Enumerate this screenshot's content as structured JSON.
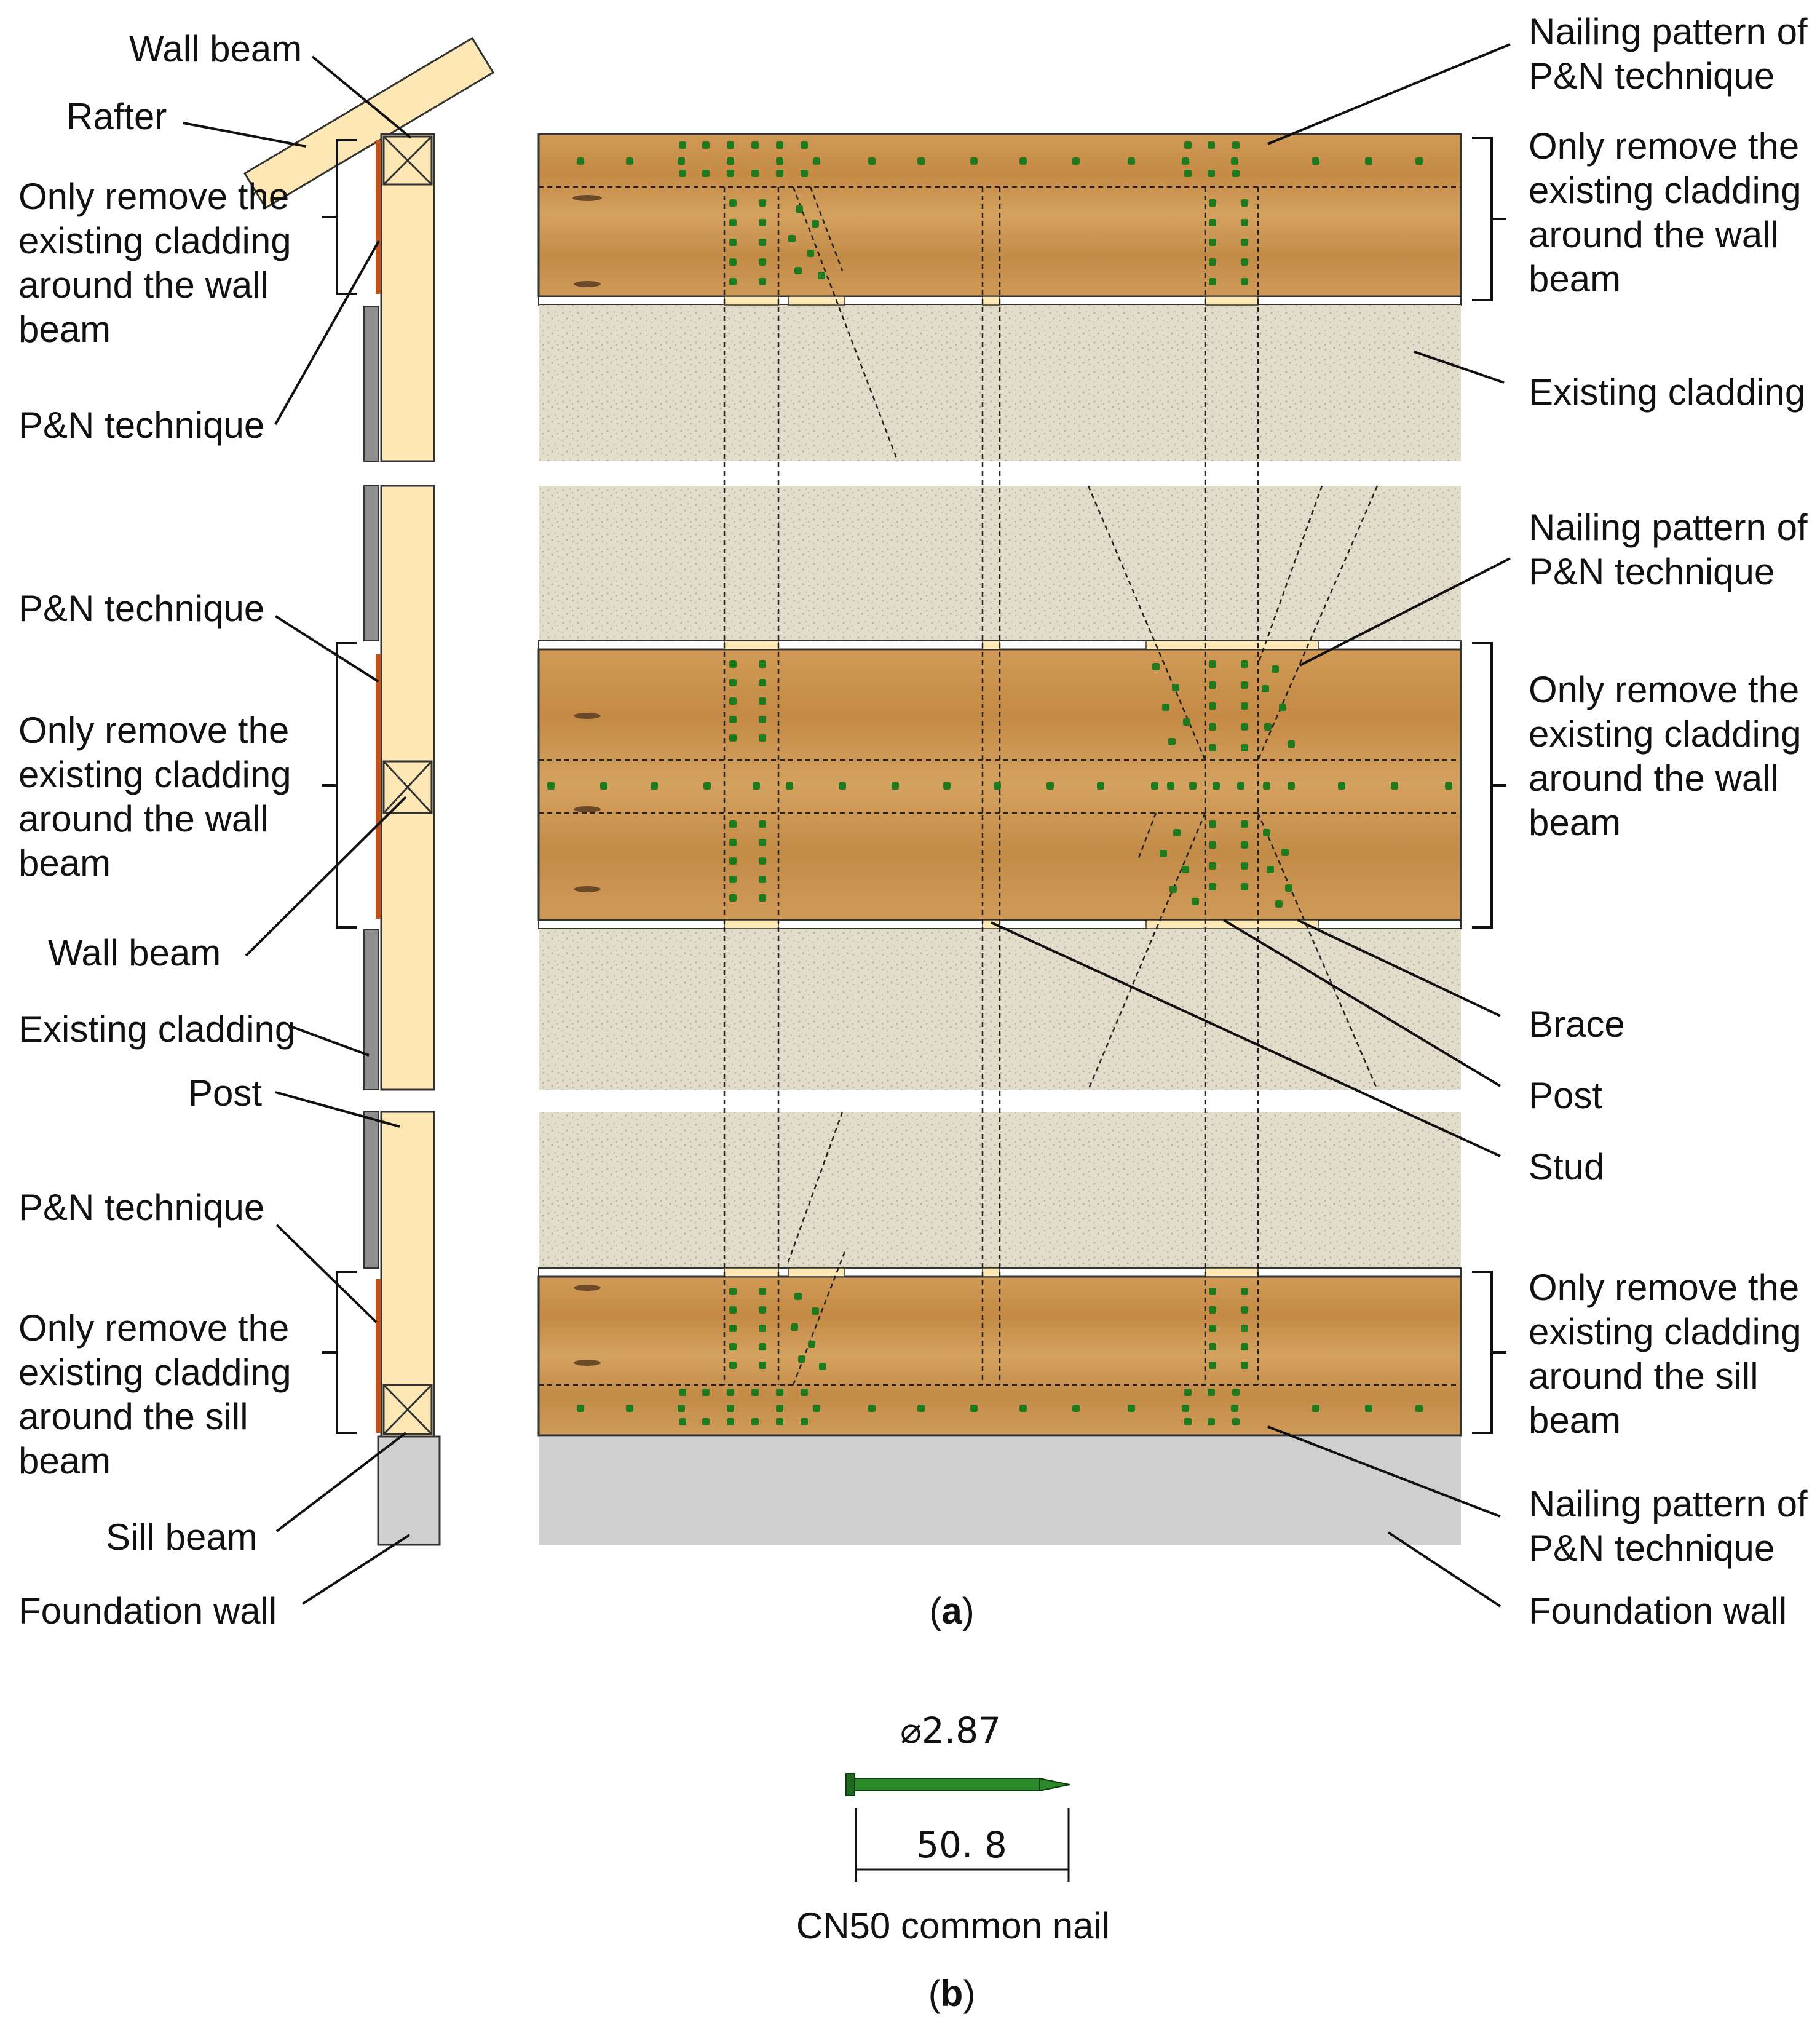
{
  "left_labels": {
    "wall_beam_top": "Wall beam",
    "rafter": "Rafter",
    "remove_wall_beam_top": [
      "Only remove the",
      "existing cladding",
      "around the wall",
      "beam"
    ],
    "pn_top": "P&N technique",
    "pn_middle": "P&N technique",
    "remove_wall_beam_mid": [
      "Only remove the",
      "existing cladding",
      "around the wall",
      "beam"
    ],
    "wall_beam_mid": "Wall beam",
    "existing_cladding": "Existing cladding",
    "post": "Post",
    "pn_bottom": "P&N technique",
    "remove_sill_beam": [
      "Only remove the",
      "existing cladding",
      "around the sill",
      "beam"
    ],
    "sill_beam": "Sill beam",
    "foundation_wall": "Foundation wall"
  },
  "right_labels": {
    "nailing_top": [
      "Nailing pattern of",
      "P&N technique"
    ],
    "remove_wall_beam_top": [
      "Only remove the",
      "existing cladding",
      "around the wall",
      "beam"
    ],
    "existing_cladding": "Existing cladding",
    "nailing_mid": [
      "Nailing pattern of",
      "P&N technique"
    ],
    "remove_wall_beam_mid": [
      "Only remove the",
      "existing cladding",
      "around the wall",
      "beam"
    ],
    "brace": "Brace",
    "post": "Post",
    "stud": "Stud",
    "remove_sill_beam": [
      "Only remove the",
      "existing cladding",
      "around the sill",
      "beam"
    ],
    "nailing_bottom": [
      "Nailing pattern of",
      "P&N technique"
    ],
    "foundation_wall": "Foundation wall"
  },
  "caption_a": {
    "open": "(",
    "letter": "a",
    "close": ")"
  },
  "caption_b": {
    "open": "(",
    "letter": "b",
    "close": ")"
  },
  "nail": {
    "diameter": "⌀2.87",
    "length": "50. 8",
    "name": "CN50 common nail"
  },
  "colors": {
    "wood": "#c8924d",
    "wood_light": "#fde7b4",
    "cladding": "#ddd7c3",
    "concrete": "#cfcfcf",
    "nail": "#1f7a1f",
    "cladding_side": "#8e8e8e"
  }
}
